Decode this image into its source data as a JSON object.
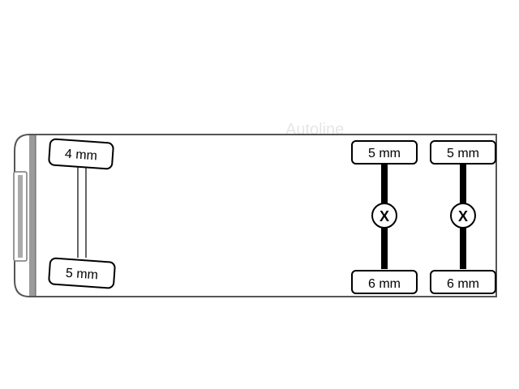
{
  "watermark": "Autoline",
  "front_axle": {
    "left_tire": "4 mm",
    "right_tire": "5 mm"
  },
  "rear_axle_1": {
    "left_tire": "5 mm",
    "right_tire": "6 mm",
    "mark": "X"
  },
  "rear_axle_2": {
    "left_tire": "5 mm",
    "right_tire": "6 mm",
    "mark": "X"
  },
  "colors": {
    "outline": "#555555",
    "bumper": "#999999",
    "axle_drive": "#000000"
  }
}
